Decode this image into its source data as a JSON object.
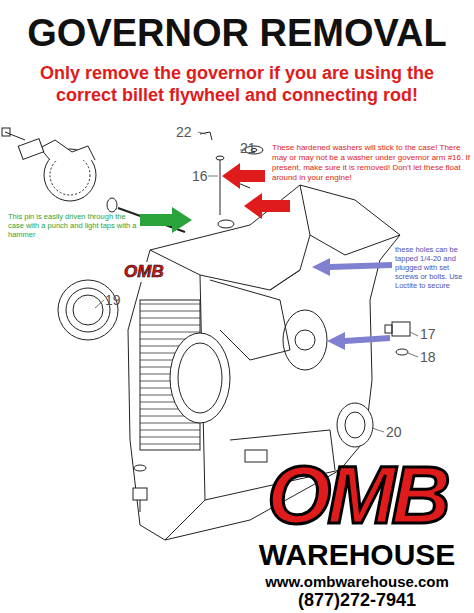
{
  "diagram": {
    "title": "GOVERNOR REMOVAL",
    "labels": [
      "Only remove the governor if you are using the correct billet flywheel and connecting rod!",
      "22",
      "21",
      "16",
      "These hardened washers will stick to the case! There may or may not be a washer under governor arm #16. If present, make sure it is removed! Don't let these float around in your engine!",
      "This pin is easily driven through the case with a punch and light taps with a hammer",
      "OMB",
      "19",
      "these holes can be tapped 1/4-20 and plugged with set screws or bolts. Use Loctite to secure",
      "17",
      "18",
      "20",
      "OMB",
      "WAREHOUSE",
      "www.ombwarehouse.com",
      "(877)272-7941"
    ]
  }
}
